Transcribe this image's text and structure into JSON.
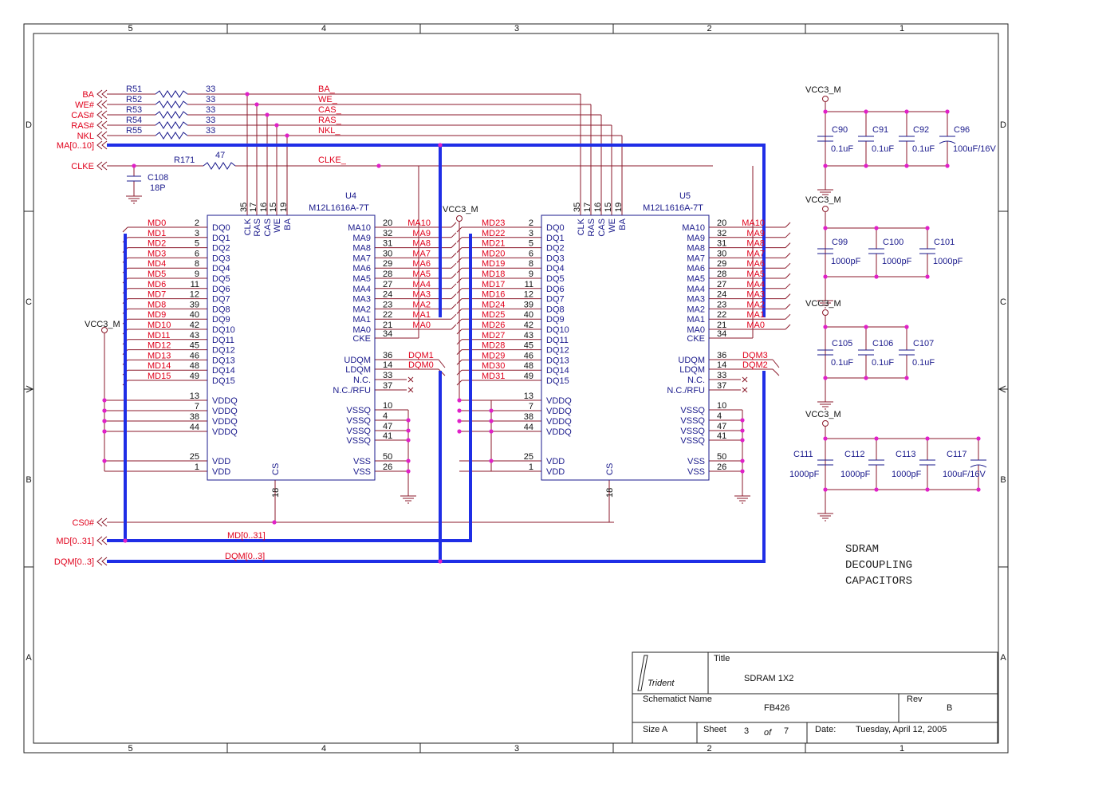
{
  "frame": {
    "col_labels": [
      "5",
      "4",
      "3",
      "2",
      "1"
    ],
    "row_labels": [
      "D",
      "C",
      "B",
      "A"
    ]
  },
  "ports": [
    {
      "label": "BA"
    },
    {
      "label": "WE#"
    },
    {
      "label": "CAS#"
    },
    {
      "label": "RAS#"
    },
    {
      "label": "NKL"
    },
    {
      "label": "MA[0..10]"
    },
    {
      "label": "CLKE"
    },
    {
      "label": "CS0#"
    },
    {
      "label": "MD[0..31]"
    },
    {
      "label": "DQM[0..3]"
    }
  ],
  "resistors": [
    {
      "ref": "R51",
      "value": "33",
      "net": "BA_"
    },
    {
      "ref": "R52",
      "value": "33",
      "net": "WE_"
    },
    {
      "ref": "R53",
      "value": "33",
      "net": "CAS_"
    },
    {
      "ref": "R54",
      "value": "33",
      "net": "RAS_"
    },
    {
      "ref": "R55",
      "value": "33",
      "net": "NKL_"
    },
    {
      "ref": "R171",
      "value": "47",
      "net": "CLKE_"
    }
  ],
  "c108": {
    "ref": "C108",
    "value": "18P"
  },
  "chips": [
    {
      "ref": "U4",
      "part": "M12L1616A-7T",
      "md": [
        "MD0",
        "MD1",
        "MD2",
        "MD3",
        "MD4",
        "MD5",
        "MD6",
        "MD7",
        "MD8",
        "MD9",
        "MD10",
        "MD11",
        "MD12",
        "MD13",
        "MD14",
        "MD15"
      ],
      "dqm": [
        "DQM1",
        "DQM0"
      ],
      "vcc": "VCC3_M"
    },
    {
      "ref": "U5",
      "part": "M12L1616A-7T",
      "md": [
        "MD23",
        "MD22",
        "MD21",
        "MD20",
        "MD19",
        "MD18",
        "MD17",
        "MD16",
        "MD24",
        "MD25",
        "MD26",
        "MD27",
        "MD28",
        "MD29",
        "MD30",
        "MD31"
      ],
      "dqm": [
        "DQM3",
        "DQM2"
      ],
      "vcc": "VCC3_M"
    }
  ],
  "chip_pins": {
    "left_names": [
      "DQ0",
      "DQ1",
      "DQ2",
      "DQ3",
      "DQ4",
      "DQ5",
      "DQ6",
      "DQ7",
      "DQ8",
      "DQ9",
      "DQ10",
      "DQ11",
      "DQ12",
      "DQ13",
      "DQ14",
      "DQ15"
    ],
    "left_nums": [
      "2",
      "3",
      "5",
      "6",
      "8",
      "9",
      "11",
      "12",
      "39",
      "40",
      "42",
      "43",
      "45",
      "46",
      "48",
      "49"
    ],
    "vddq_nums": [
      "13",
      "7",
      "38",
      "44"
    ],
    "vdd_nums": [
      "25",
      "1"
    ],
    "ma_names": [
      "MA10",
      "MA9",
      "MA8",
      "MA7",
      "MA6",
      "MA5",
      "MA4",
      "MA3",
      "MA2",
      "MA1",
      "MA0"
    ],
    "ma_nums": [
      "20",
      "32",
      "31",
      "30",
      "29",
      "28",
      "27",
      "24",
      "23",
      "22",
      "21"
    ],
    "cke": {
      "name": "CKE",
      "num": "34"
    },
    "udqm": {
      "name": "UDQM",
      "num": "36"
    },
    "ldqm": {
      "name": "LDQM",
      "num": "14"
    },
    "nc": {
      "name": "N.C.",
      "num": "33"
    },
    "ncrfu": {
      "name": "N.C./RFU",
      "num": "37"
    },
    "vssq_nums": [
      "10",
      "4",
      "47",
      "41"
    ],
    "vss_nums": [
      "50",
      "26"
    ],
    "top_names": [
      "CLK",
      "RAS",
      "CAS",
      "WE",
      "BA"
    ],
    "top_nums": [
      "35",
      "17",
      "16",
      "15",
      "19"
    ],
    "cs": {
      "name": "CS",
      "num": "18"
    },
    "vddq_label": "VDDQ",
    "vdd_label": "VDD",
    "vssq_label": "VSSQ",
    "vss_label": "VSS"
  },
  "bus_labels": {
    "md": "MD[0..31]",
    "dqm": "DQM[0..3]"
  },
  "decoupling": {
    "groups": [
      {
        "power": "VCC3_M",
        "caps": [
          {
            "ref": "C90",
            "value": "0.1uF"
          },
          {
            "ref": "C91",
            "value": "0.1uF"
          },
          {
            "ref": "C92",
            "value": "0.1uF"
          },
          {
            "ref": "C96",
            "value": "100uF/16V"
          }
        ]
      },
      {
        "power": "VCC3_M",
        "caps": [
          {
            "ref": "C99",
            "value": "1000pF"
          },
          {
            "ref": "C100",
            "value": "1000pF"
          },
          {
            "ref": "C101",
            "value": "1000pF"
          }
        ]
      },
      {
        "power": "VCC3_M",
        "caps": [
          {
            "ref": "C105",
            "value": "0.1uF"
          },
          {
            "ref": "C106",
            "value": "0.1uF"
          },
          {
            "ref": "C107",
            "value": "0.1uF"
          }
        ]
      },
      {
        "power": "VCC3_M",
        "caps": [
          {
            "ref": "C111",
            "value": "1000pF"
          },
          {
            "ref": "C112",
            "value": "1000pF"
          },
          {
            "ref": "C113",
            "value": "1000pF"
          },
          {
            "ref": "C117",
            "value": "100uF/16V"
          }
        ]
      }
    ],
    "note": [
      "SDRAM",
      "DECOUPLING",
      "CAPACITORS"
    ]
  },
  "titleblock": {
    "logo": "Trident",
    "title_label": "Title",
    "title": "SDRAM 1X2",
    "schematic_label": "Schematict Name",
    "schematic": "FB426",
    "rev_label": "Rev",
    "rev": "B",
    "size_label": "Size A",
    "sheet_label": "Sheet",
    "sheet": "3",
    "of": "of",
    "total": "7",
    "date_label": "Date:",
    "date": "Tuesday, April 12, 2005"
  }
}
